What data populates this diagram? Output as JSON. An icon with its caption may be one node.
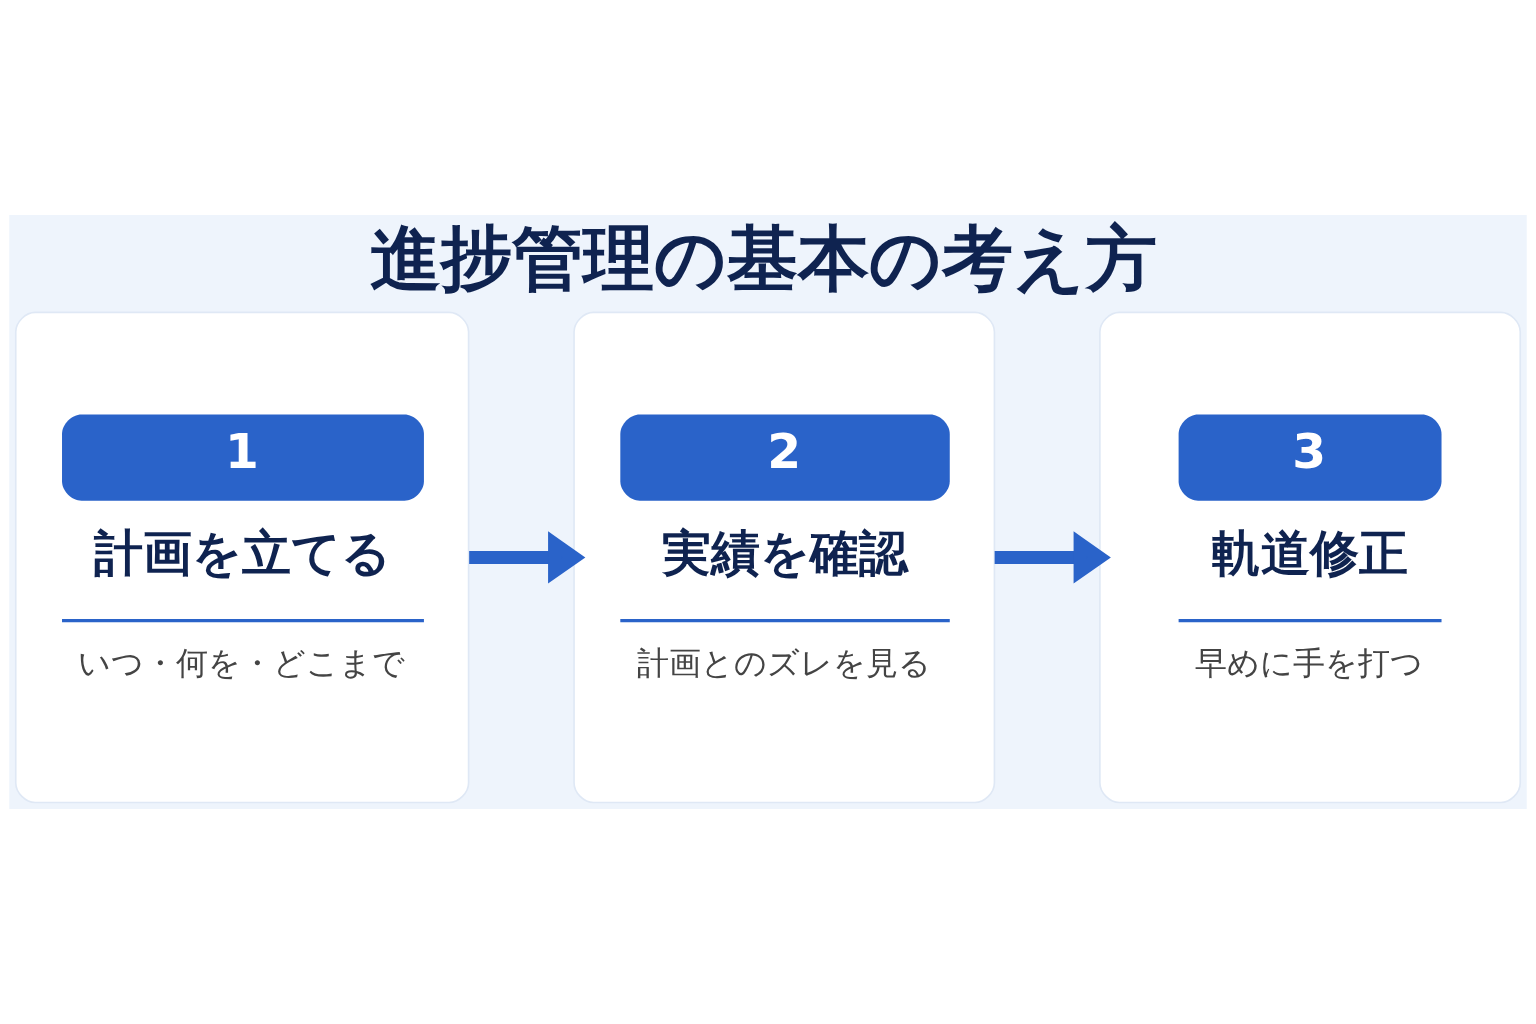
{
  "diagram": {
    "title": "進捗管理の基本の考え方",
    "nodes": [
      {
        "text": [
          "1",
          "計画を立てる",
          "いつ・何を・どこまで"
        ]
      },
      {
        "text": [
          "2",
          "実績を確認",
          "計画とのズレを見る"
        ]
      },
      {
        "text": [
          "3",
          "軌道修正",
          "早めに手を打つ"
        ]
      }
    ],
    "edges": [
      {
        "from": 0,
        "to": 1,
        "arrow": "to"
      },
      {
        "from": 1,
        "to": 2,
        "arrow": "to"
      }
    ]
  }
}
